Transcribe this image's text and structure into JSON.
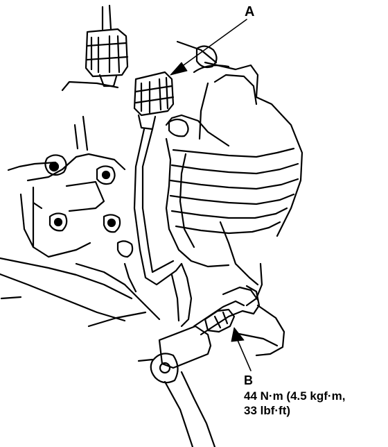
{
  "callouts": {
    "a": {
      "letter": "A"
    },
    "b": {
      "letter": "B",
      "torque_line1": "44 N·m (4.5 kgf·m,",
      "torque_line2": "33 lbf·ft)"
    }
  },
  "colors": {
    "ink": "#000000",
    "paper": "#ffffff"
  }
}
